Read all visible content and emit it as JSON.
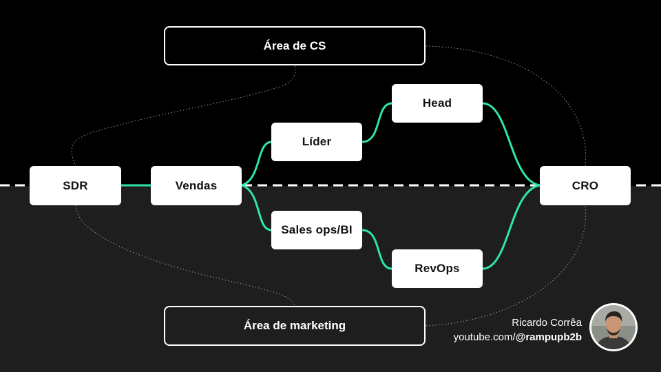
{
  "areas": {
    "cs": "Área de CS",
    "marketing": "Área de marketing"
  },
  "nodes": {
    "sdr": "SDR",
    "vendas": "Vendas",
    "lider": "Líder",
    "head": "Head",
    "sales_ops": "Sales ops/BI",
    "revops": "RevOps",
    "cro": "CRO"
  },
  "credit": {
    "name": "Ricardo Corrêa",
    "url_prefix": "youtube.com/",
    "handle": "@rampupb2b"
  },
  "colors": {
    "accent": "#2de8a3",
    "top_background": "#000000",
    "bottom_background": "#1e1e1e",
    "node_fill": "#ffffff"
  }
}
